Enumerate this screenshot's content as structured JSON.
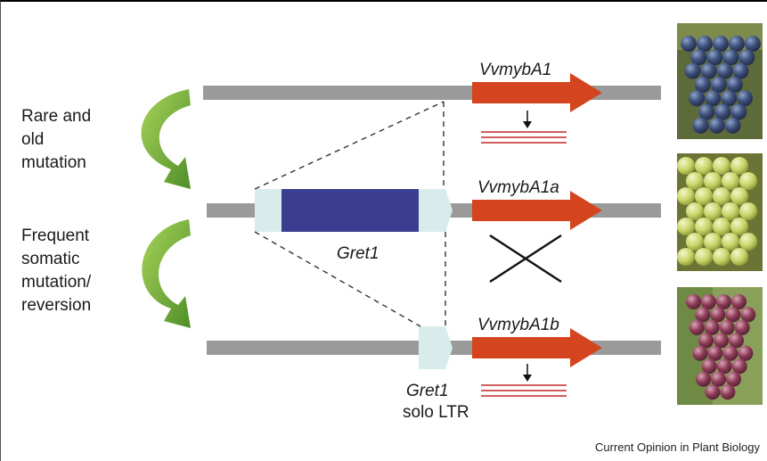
{
  "labels": {
    "rare_old": "Rare and\nold\nmutation",
    "frequent": "Frequent\nsomatic\nmutation/\nreversion",
    "gene_a1": "VvmybA1",
    "gene_a1a": "VvmybA1a",
    "gene_a1b": "VvmybA1b",
    "gret1": "Gret1",
    "gret1_solo": "Gret1",
    "solo_ltr": "solo LTR"
  },
  "credit": "Current Opinion in Plant Biology",
  "colors": {
    "chromosome": "#9a9a9a",
    "gene_arrow": "#d4451f",
    "transcript": "#c0282a",
    "ltr": "#d8ecec",
    "retrotransposon": "#3a3d90",
    "curved_arrow": "#6aa832",
    "berry_black": "#2f3f66",
    "berry_white": "#c9d36a",
    "berry_red": "#8c3a52"
  },
  "berries": {
    "top": "black-grape-cluster",
    "middle": "white-grape-cluster",
    "bottom": "red-grape-cluster"
  }
}
